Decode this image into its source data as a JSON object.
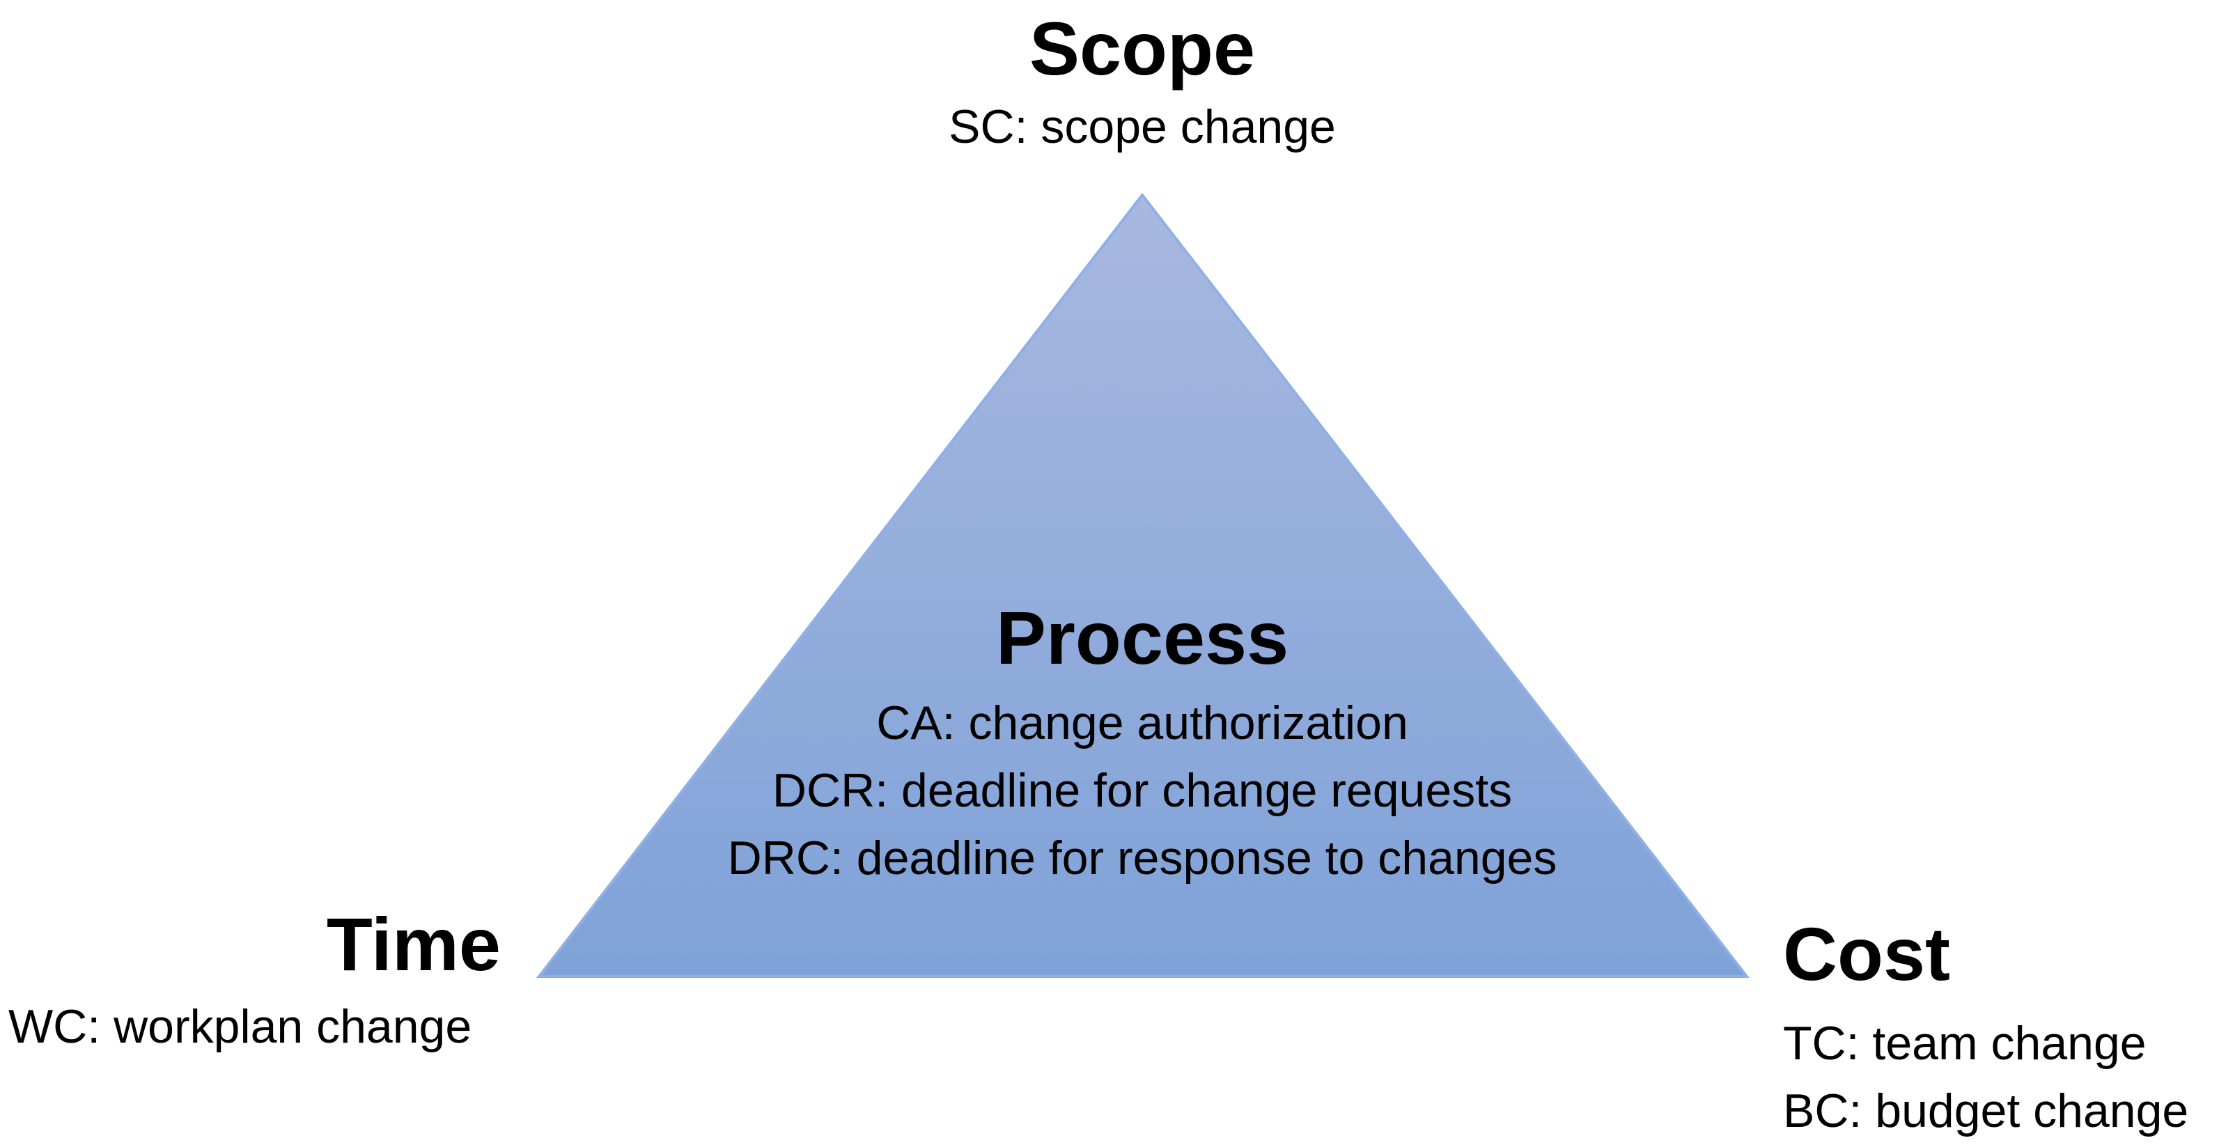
{
  "colors": {
    "triangle_fill_top": "#a8b8e0",
    "triangle_fill_bottom": "#7fa2d8",
    "triangle_stroke": "#8fb0e6"
  },
  "scope": {
    "title": "Scope",
    "items": [
      "SC: scope change"
    ]
  },
  "process": {
    "title": "Process",
    "items": [
      "CA: change authorization",
      "DCR: deadline for change requests",
      "DRC: deadline for response to changes"
    ]
  },
  "time": {
    "title": "Time",
    "items": [
      "WC: workplan change"
    ]
  },
  "cost": {
    "title": "Cost",
    "items": [
      "TC: team change",
      "BC: budget change"
    ]
  }
}
